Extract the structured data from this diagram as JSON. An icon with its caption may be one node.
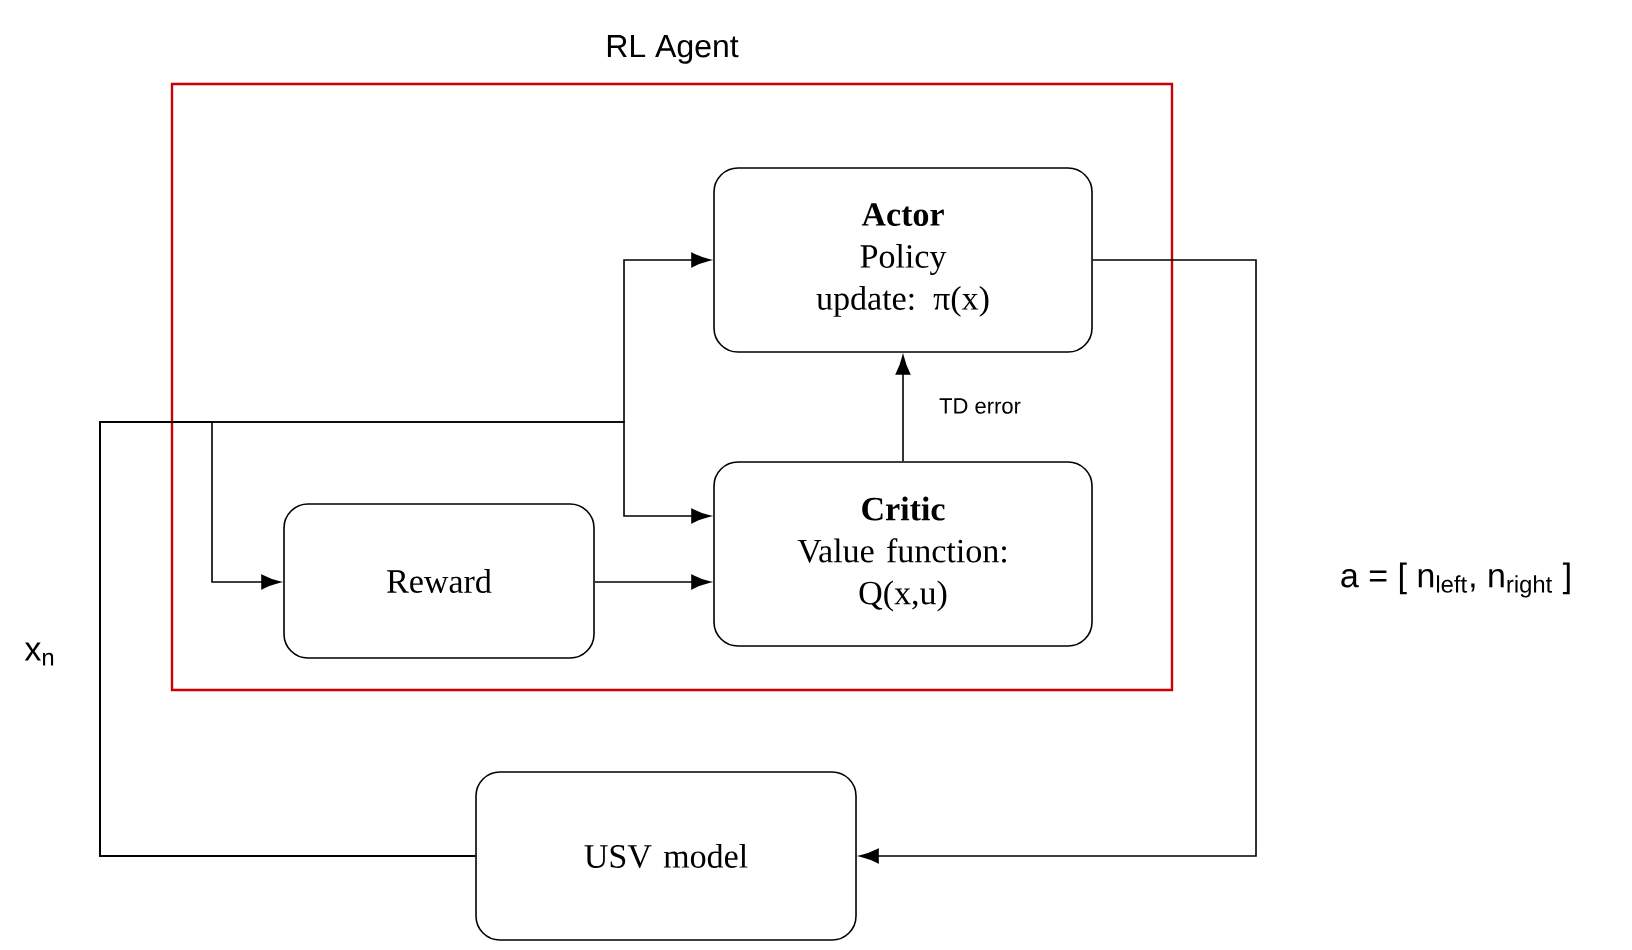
{
  "diagram": {
    "nodes": [
      {
        "text": [
          "RL Agent"
        ]
      },
      {
        "text": [
          "Actor",
          "Policy update: π(x)"
        ],
        "in": 0
      },
      {
        "text": [
          "Reward"
        ],
        "in": 0
      },
      {
        "text": [
          "Critic",
          "Value function: Q(x,u)"
        ],
        "in": 0
      },
      {
        "text": [
          "USV model"
        ]
      }
    ],
    "edges": [
      {
        "from": 4,
        "to": 1,
        "arrow": "to",
        "label": "x$_{n}$"
      },
      {
        "from": 4,
        "to": 3,
        "arrow": "to"
      },
      {
        "from": 4,
        "to": 2,
        "arrow": "to"
      },
      {
        "from": 2,
        "to": 3,
        "arrow": "to"
      },
      {
        "from": 3,
        "to": 1,
        "arrow": "to",
        "label": "TD error"
      },
      {
        "from": 1,
        "to": 4,
        "arrow": "to",
        "label": "a = [ n$_{left}$, n$_{right}$ ]"
      }
    ]
  }
}
